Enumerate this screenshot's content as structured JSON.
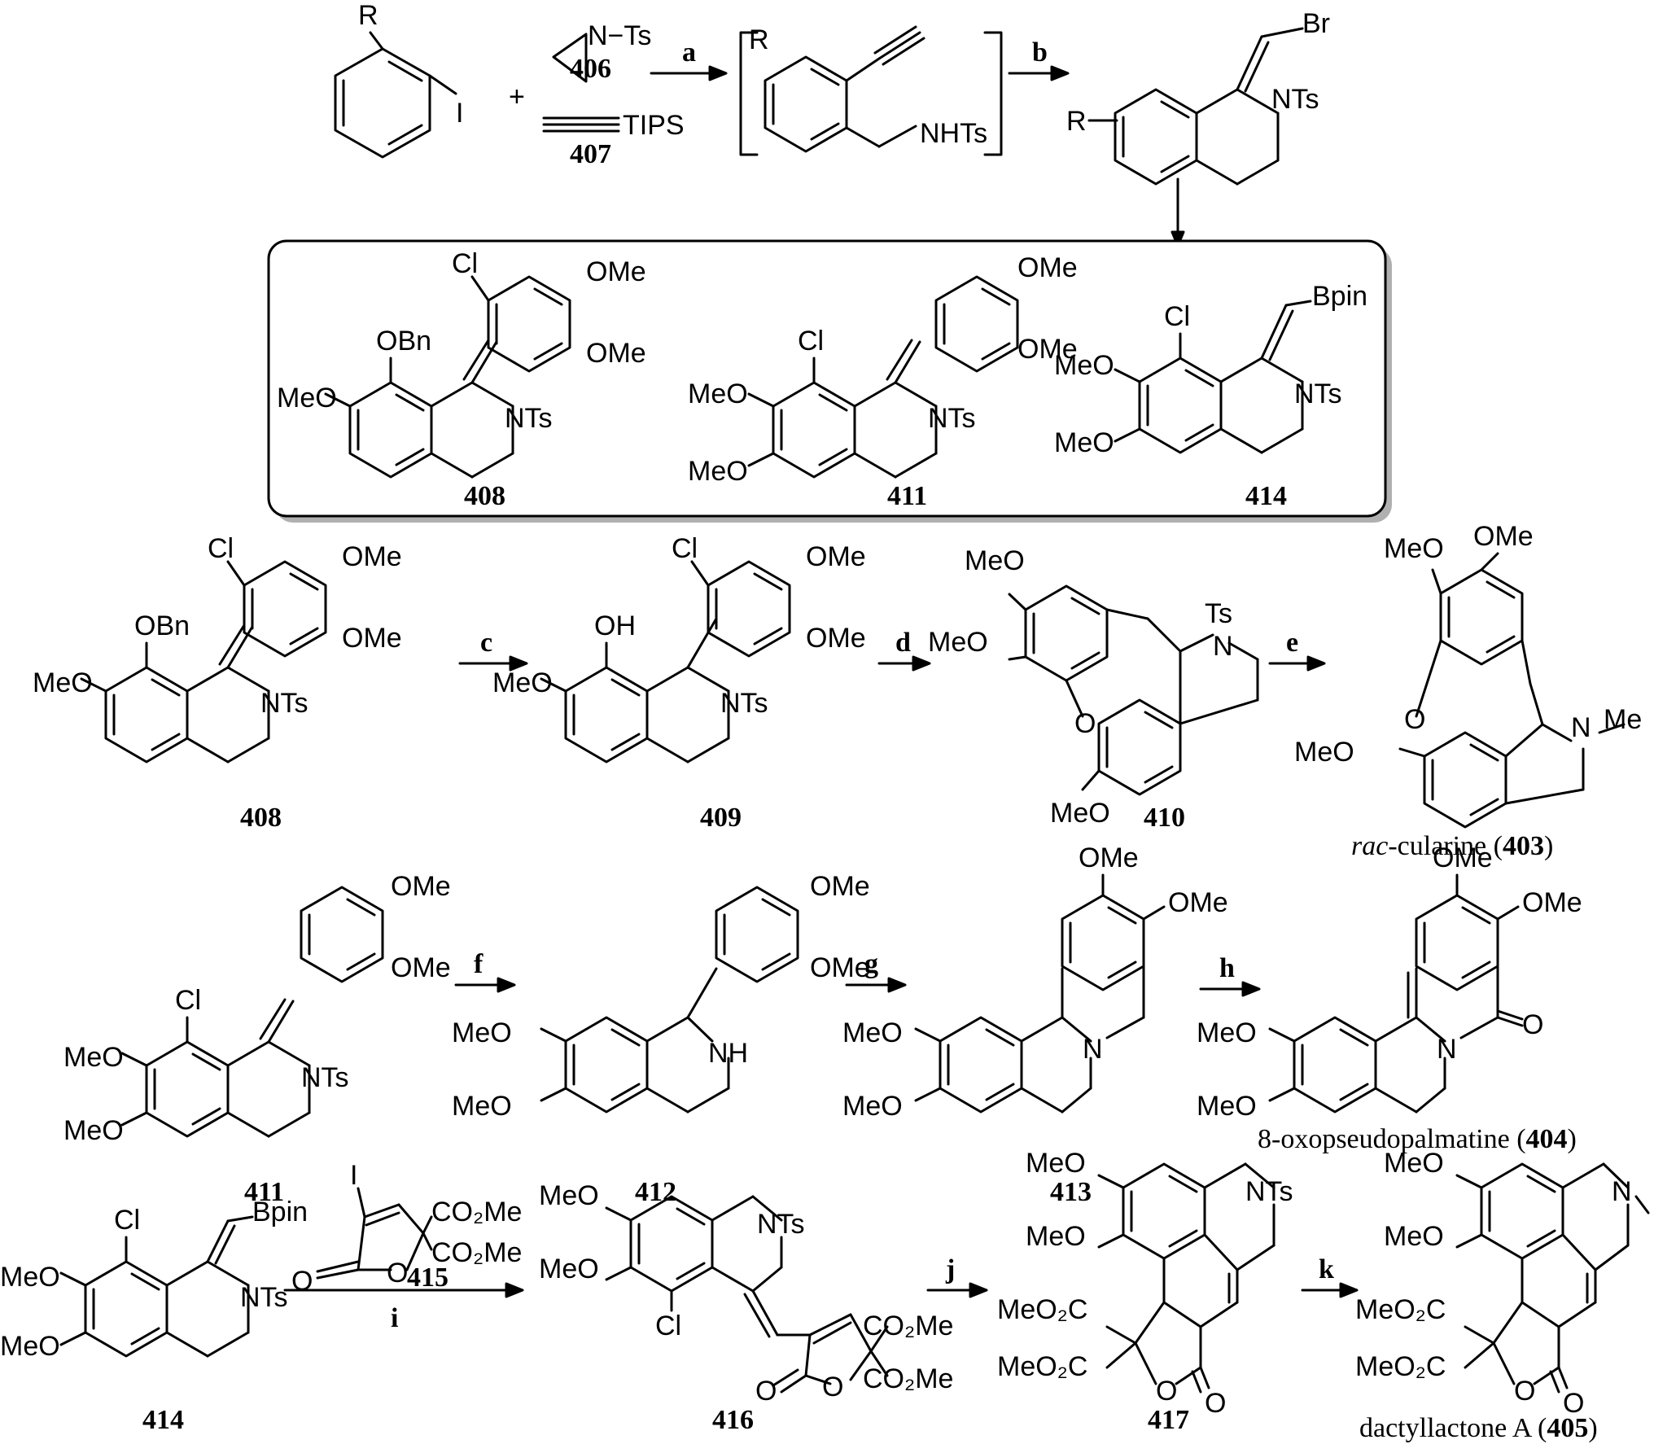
{
  "reagents": {
    "a": "a",
    "b": "b",
    "c": "c",
    "d": "d",
    "e": "e",
    "f": "f",
    "g": "g",
    "h": "h",
    "i": "i",
    "j": "j",
    "k": "k"
  },
  "labels": {
    "c406": "406",
    "c407": "407",
    "c408_box": "408",
    "c411_box": "411",
    "c414_box": "414",
    "c408": "408",
    "c409": "409",
    "c410": "410",
    "c411": "411",
    "c412": "412",
    "c413": "413",
    "c414": "414",
    "c415": "415",
    "c416": "416",
    "c417": "417"
  },
  "names": {
    "cularine_prefix": "rac",
    "cularine_rest": "-cularine (",
    "cularine_num": "403",
    "oxo_rest": "8-oxopseudopalmatine (",
    "oxo_num": "404",
    "dact_rest": "dactyllactone A (",
    "dact_num": "405",
    "close": ")"
  },
  "atoms": {
    "R": "R",
    "I": "I",
    "plus": "+",
    "NTs": "N−Ts",
    "TIPS": "TIPS",
    "NHTs": "NHTs",
    "Br": "Br",
    "NTs2": "NTs",
    "Cl": "Cl",
    "OMe": "OMe",
    "MeO": "MeO",
    "OBn": "OBn",
    "Bpin": "Bpin",
    "OH": "OH",
    "Ts": "Ts",
    "N": "N",
    "O": "O",
    "Me": "Me",
    "NH": "NH",
    "CO2Me": "CO₂Me",
    "MeO2C": "MeO₂C"
  }
}
